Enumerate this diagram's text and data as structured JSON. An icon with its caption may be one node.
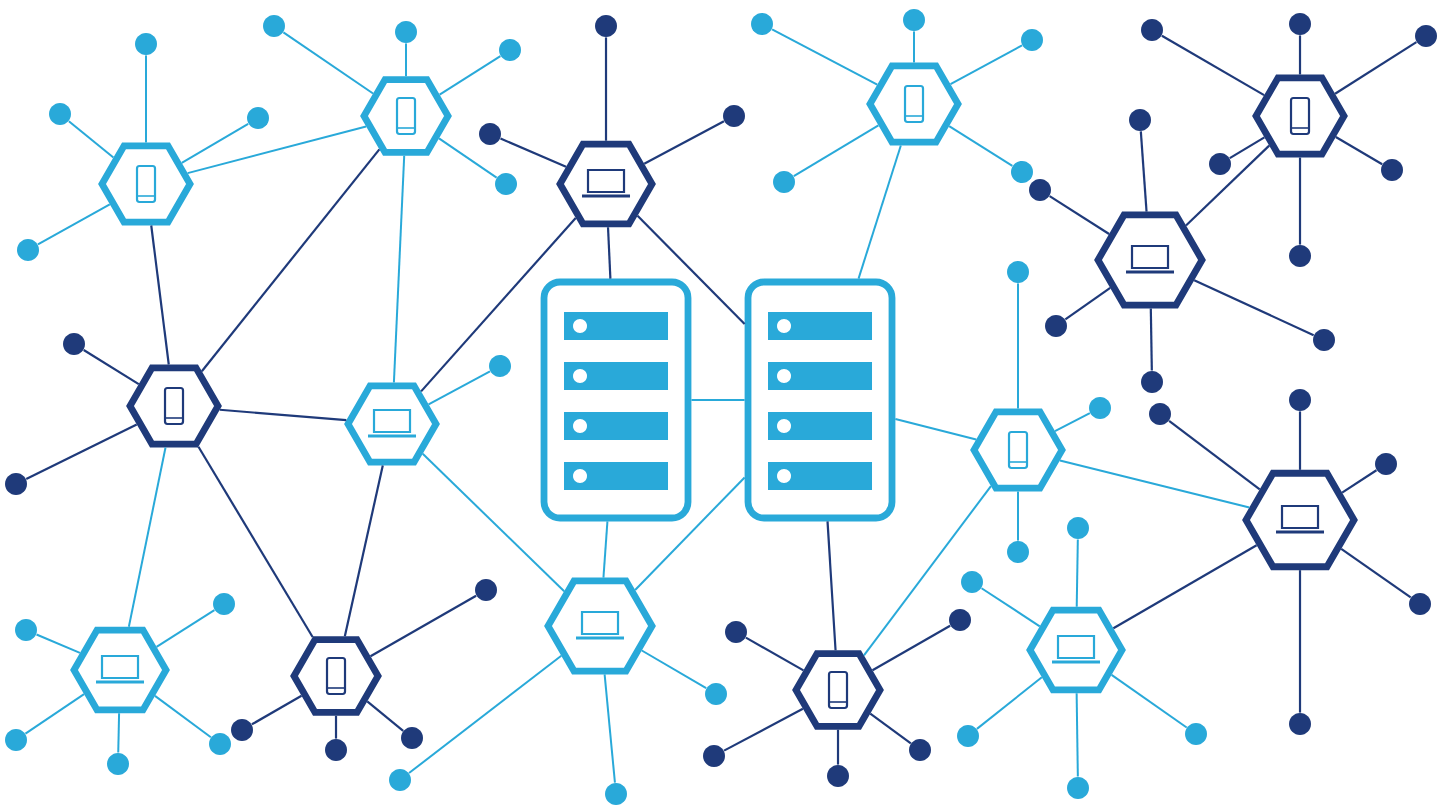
{
  "diagram": {
    "nodes": [
      {
        "text": [],
        "shape": "hexagon"
      },
      {
        "text": [],
        "shape": "hexagon"
      },
      {
        "text": [],
        "shape": "hexagon"
      },
      {
        "text": [],
        "shape": "hexagon"
      },
      {
        "text": [],
        "shape": "hexagon"
      },
      {
        "text": [],
        "shape": "hexagon"
      },
      {
        "text": [],
        "shape": "hexagon"
      },
      {
        "text": [],
        "shape": "hexagon"
      },
      {
        "text": [],
        "shape": "hexagon"
      },
      {
        "text": [],
        "shape": "hexagon"
      },
      {
        "text": [],
        "shape": "hexagon"
      },
      {
        "text": [],
        "shape": "hexagon"
      },
      {
        "text": [],
        "shape": "hexagon"
      },
      {
        "text": [],
        "shape": "hexagon"
      },
      {
        "text": [],
        "shape": "hexagon"
      },
      {
        "text": [],
        "shape": "server"
      },
      {
        "text": [],
        "shape": "server"
      },
      {
        "text": [],
        "shape": "circle"
      },
      {
        "text": [],
        "shape": "circle"
      },
      {
        "text": [],
        "shape": "circle"
      },
      {
        "text": [],
        "shape": "circle"
      },
      {
        "text": [],
        "shape": "circle"
      },
      {
        "text": [],
        "shape": "circle"
      },
      {
        "text": [],
        "shape": "circle"
      },
      {
        "text": [],
        "shape": "circle"
      },
      {
        "text": [],
        "shape": "circle"
      },
      {
        "text": [],
        "shape": "circle"
      },
      {
        "text": [],
        "shape": "circle"
      },
      {
        "text": [],
        "shape": "circle"
      },
      {
        "text": [],
        "shape": "circle"
      },
      {
        "text": [],
        "shape": "circle"
      },
      {
        "text": [],
        "shape": "circle"
      },
      {
        "text": [],
        "shape": "circle"
      },
      {
        "text": [],
        "shape": "circle"
      },
      {
        "text": [],
        "shape": "circle"
      },
      {
        "text": [],
        "shape": "circle"
      },
      {
        "text": [],
        "shape": "circle"
      },
      {
        "text": [],
        "shape": "circle"
      },
      {
        "text": [],
        "shape": "circle"
      },
      {
        "text": [],
        "shape": "circle"
      },
      {
        "text": [],
        "shape": "circle"
      },
      {
        "text": [],
        "shape": "circle"
      },
      {
        "text": [],
        "shape": "circle"
      },
      {
        "text": [],
        "shape": "circle"
      },
      {
        "text": [],
        "shape": "circle"
      },
      {
        "text": [],
        "shape": "circle"
      },
      {
        "text": [],
        "shape": "circle"
      },
      {
        "text": [],
        "shape": "circle"
      },
      {
        "text": [],
        "shape": "circle"
      },
      {
        "text": [],
        "shape": "circle"
      },
      {
        "text": [],
        "shape": "circle"
      },
      {
        "text": [],
        "shape": "circle"
      },
      {
        "text": [],
        "shape": "circle"
      },
      {
        "text": [],
        "shape": "circle"
      },
      {
        "text": [],
        "shape": "circle"
      },
      {
        "text": [],
        "shape": "circle"
      },
      {
        "text": [],
        "shape": "circle"
      },
      {
        "text": [],
        "shape": "circle"
      },
      {
        "text": [],
        "shape": "circle"
      },
      {
        "text": [],
        "shape": "circle"
      },
      {
        "text": [],
        "shape": "circle"
      },
      {
        "text": [],
        "shape": "circle"
      },
      {
        "text": [],
        "shape": "circle"
      },
      {
        "text": [],
        "shape": "circle"
      },
      {
        "text": [],
        "shape": "circle"
      },
      {
        "text": [],
        "shape": "circle"
      },
      {
        "text": [],
        "shape": "circle"
      },
      {
        "text": [],
        "shape": "circle"
      },
      {
        "text": [],
        "shape": "circle"
      },
      {
        "text": [],
        "shape": "circle"
      },
      {
        "text": [],
        "shape": "circle"
      },
      {
        "text": [],
        "shape": "circle"
      },
      {
        "text": [],
        "shape": "circle"
      },
      {
        "text": [],
        "shape": "circle"
      },
      {
        "text": [],
        "shape": "circle"
      },
      {
        "text": [],
        "shape": "circle"
      },
      {
        "text": [],
        "shape": "circle"
      }
    ],
    "edges": [
      {
        "from": 0,
        "to": 1,
        "arrow": "none"
      },
      {
        "from": 0,
        "to": 6,
        "arrow": "none",
        "color": "#1f3a7a"
      },
      {
        "from": 1,
        "to": 6,
        "arrow": "none",
        "color": "#1f3a7a"
      },
      {
        "from": 1,
        "to": 7,
        "arrow": "none"
      },
      {
        "from": 2,
        "to": 7,
        "arrow": "none",
        "color": "#1f3a7a"
      },
      {
        "from": 6,
        "to": 7,
        "arrow": "none",
        "color": "#1f3a7a"
      },
      {
        "from": 6,
        "to": 10,
        "arrow": "none"
      },
      {
        "from": 6,
        "to": 11,
        "arrow": "none",
        "color": "#1f3a7a"
      },
      {
        "from": 7,
        "to": 11,
        "arrow": "none",
        "color": "#1f3a7a"
      },
      {
        "from": 7,
        "to": 12,
        "arrow": "none"
      },
      {
        "from": 2,
        "to": 15,
        "arrow": "none",
        "color": "#1f3a7a"
      },
      {
        "from": 2,
        "to": 16,
        "arrow": "none",
        "color": "#1f3a7a"
      },
      {
        "from": 3,
        "to": 16,
        "arrow": "none"
      },
      {
        "from": 15,
        "to": 16,
        "arrow": "none"
      },
      {
        "from": 15,
        "to": 12,
        "arrow": "none"
      },
      {
        "from": 16,
        "to": 12,
        "arrow": "none"
      },
      {
        "from": 16,
        "to": 8,
        "arrow": "none"
      },
      {
        "from": 16,
        "to": 13,
        "arrow": "none",
        "color": "#1f3a7a"
      },
      {
        "from": 8,
        "to": 13,
        "arrow": "none"
      },
      {
        "from": 8,
        "to": 9,
        "arrow": "none"
      },
      {
        "from": 9,
        "to": 14,
        "arrow": "none",
        "color": "#1f3a7a"
      },
      {
        "from": 4,
        "to": 5,
        "arrow": "none",
        "color": "#1f3a7a"
      },
      {
        "from": 0,
        "to": 17,
        "arrow": "none"
      },
      {
        "from": 0,
        "to": 18,
        "arrow": "none"
      },
      {
        "from": 0,
        "to": 19,
        "arrow": "none"
      },
      {
        "from": 0,
        "to": 20,
        "arrow": "none"
      },
      {
        "from": 1,
        "to": 21,
        "arrow": "none"
      },
      {
        "from": 1,
        "to": 22,
        "arrow": "none"
      },
      {
        "from": 1,
        "to": 23,
        "arrow": "none"
      },
      {
        "from": 1,
        "to": 24,
        "arrow": "none"
      },
      {
        "from": 2,
        "to": 25,
        "arrow": "none",
        "color": "#1f3a7a"
      },
      {
        "from": 2,
        "to": 26,
        "arrow": "none",
        "color": "#1f3a7a"
      },
      {
        "from": 2,
        "to": 27,
        "arrow": "none",
        "color": "#1f3a7a"
      },
      {
        "from": 3,
        "to": 28,
        "arrow": "none"
      },
      {
        "from": 3,
        "to": 29,
        "arrow": "none"
      },
      {
        "from": 3,
        "to": 30,
        "arrow": "none"
      },
      {
        "from": 3,
        "to": 31,
        "arrow": "none"
      },
      {
        "from": 3,
        "to": 32,
        "arrow": "none"
      },
      {
        "from": 4,
        "to": 33,
        "arrow": "none",
        "color": "#1f3a7a"
      },
      {
        "from": 4,
        "to": 34,
        "arrow": "none",
        "color": "#1f3a7a"
      },
      {
        "from": 4,
        "to": 35,
        "arrow": "none",
        "color": "#1f3a7a"
      },
      {
        "from": 4,
        "to": 36,
        "arrow": "none",
        "color": "#1f3a7a"
      },
      {
        "from": 4,
        "to": 37,
        "arrow": "none",
        "color": "#1f3a7a"
      },
      {
        "from": 4,
        "to": 38,
        "arrow": "none",
        "color": "#1f3a7a"
      },
      {
        "from": 5,
        "to": 39,
        "arrow": "none",
        "color": "#1f3a7a"
      },
      {
        "from": 5,
        "to": 40,
        "arrow": "none",
        "color": "#1f3a7a"
      },
      {
        "from": 5,
        "to": 41,
        "arrow": "none",
        "color": "#1f3a7a"
      },
      {
        "from": 5,
        "to": 42,
        "arrow": "none",
        "color": "#1f3a7a"
      },
      {
        "from": 5,
        "to": 43,
        "arrow": "none",
        "color": "#1f3a7a"
      },
      {
        "from": 6,
        "to": 44,
        "arrow": "none",
        "color": "#1f3a7a"
      },
      {
        "from": 6,
        "to": 45,
        "arrow": "none",
        "color": "#1f3a7a"
      },
      {
        "from": 7,
        "to": 46,
        "arrow": "none"
      },
      {
        "from": 8,
        "to": 47,
        "arrow": "none"
      },
      {
        "from": 8,
        "to": 48,
        "arrow": "none"
      },
      {
        "from": 8,
        "to": 49,
        "arrow": "none"
      },
      {
        "from": 9,
        "to": 50,
        "arrow": "none",
        "color": "#1f3a7a"
      },
      {
        "from": 9,
        "to": 51,
        "arrow": "none",
        "color": "#1f3a7a"
      },
      {
        "from": 9,
        "to": 52,
        "arrow": "none",
        "color": "#1f3a7a"
      },
      {
        "from": 9,
        "to": 53,
        "arrow": "none",
        "color": "#1f3a7a"
      },
      {
        "from": 9,
        "to": 54,
        "arrow": "none",
        "color": "#1f3a7a"
      },
      {
        "from": 10,
        "to": 55,
        "arrow": "none"
      },
      {
        "from": 10,
        "to": 56,
        "arrow": "none"
      },
      {
        "from": 10,
        "to": 57,
        "arrow": "none"
      },
      {
        "from": 10,
        "to": 58,
        "arrow": "none"
      },
      {
        "from": 10,
        "to": 59,
        "arrow": "none"
      },
      {
        "from": 11,
        "to": 60,
        "arrow": "none",
        "color": "#1f3a7a"
      },
      {
        "from": 11,
        "to": 61,
        "arrow": "none",
        "color": "#1f3a7a"
      },
      {
        "from": 11,
        "to": 62,
        "arrow": "none",
        "color": "#1f3a7a"
      },
      {
        "from": 11,
        "to": 63,
        "arrow": "none",
        "color": "#1f3a7a"
      },
      {
        "from": 12,
        "to": 64,
        "arrow": "none"
      },
      {
        "from": 12,
        "to": 65,
        "arrow": "none"
      },
      {
        "from": 12,
        "to": 66,
        "arrow": "none"
      },
      {
        "from": 13,
        "to": 67,
        "arrow": "none",
        "color": "#1f3a7a"
      },
      {
        "from": 13,
        "to": 68,
        "arrow": "none",
        "color": "#1f3a7a"
      },
      {
        "from": 13,
        "to": 69,
        "arrow": "none",
        "color": "#1f3a7a"
      },
      {
        "from": 13,
        "to": 70,
        "arrow": "none",
        "color": "#1f3a7a"
      },
      {
        "from": 13,
        "to": 71,
        "arrow": "none",
        "color": "#1f3a7a"
      },
      {
        "from": 14,
        "to": 72,
        "arrow": "none"
      },
      {
        "from": 14,
        "to": 73,
        "arrow": "none"
      },
      {
        "from": 14,
        "to": 74,
        "arrow": "none"
      },
      {
        "from": 14,
        "to": 75,
        "arrow": "none"
      },
      {
        "from": 14,
        "to": 76,
        "arrow": "none"
      }
    ]
  }
}
